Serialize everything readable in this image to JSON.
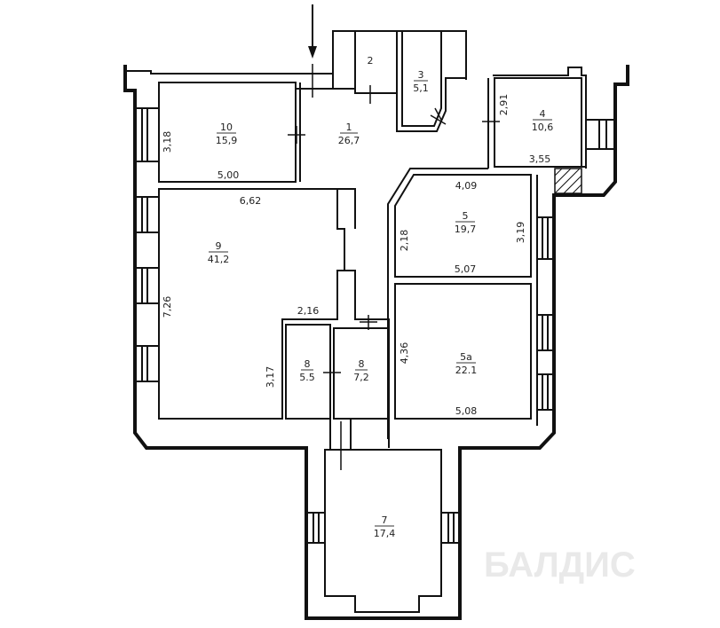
{
  "watermark": "БАЛДИС",
  "rooms": [
    {
      "number": "1",
      "area": "26,7"
    },
    {
      "number": "2",
      "area": ""
    },
    {
      "number": "3",
      "area": "5,1"
    },
    {
      "number": "4",
      "area": "10,6"
    },
    {
      "number": "5",
      "area": "19,7"
    },
    {
      "number": "5а",
      "area": "22.1"
    },
    {
      "number": "7",
      "area": "17,4"
    },
    {
      "number": "8",
      "area": "5.5"
    },
    {
      "number": "8",
      "area": "7,2"
    },
    {
      "number": "9",
      "area": "41,2"
    },
    {
      "number": "10",
      "area": "15,9"
    }
  ],
  "dimensions": {
    "room10_height": "3,18",
    "room10_width": "5,00",
    "room9_width": "6,62",
    "room9_height": "7,26",
    "room9_inner": "2,16",
    "room9_lower": "3,17",
    "room4_height": "2,91",
    "room4_width": "3,55",
    "room5_top": "4,09",
    "room5_left": "2,18",
    "room5_right": "3,19",
    "room5_bottom": "5,07",
    "room5a_left": "4,36",
    "room5a_bottom": "5,08"
  },
  "colors": {
    "walls": "#111111",
    "background": "#ffffff"
  }
}
